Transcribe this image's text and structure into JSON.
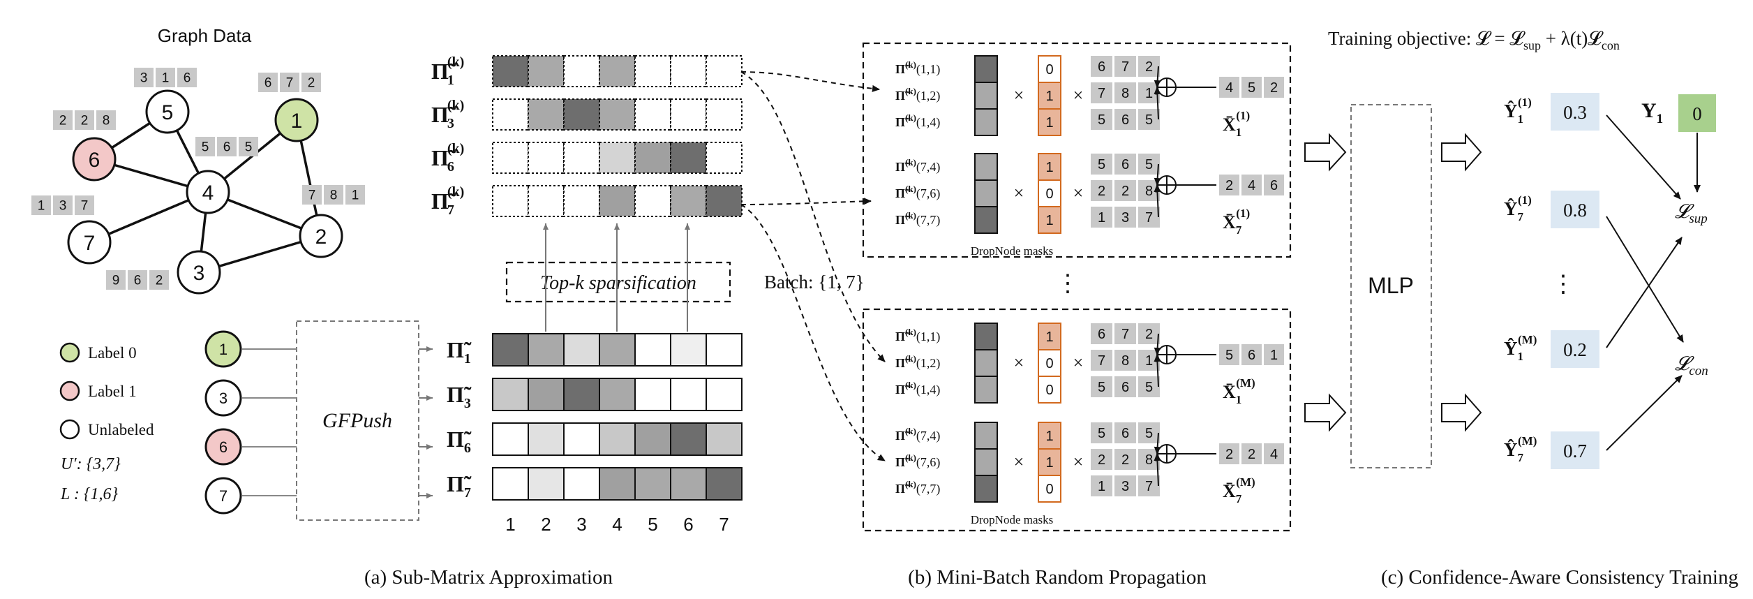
{
  "graph": {
    "title": "Graph Data",
    "nodes": [
      {
        "id": "1",
        "label": "1",
        "color": "#cfe3a6",
        "features": [
          "6",
          "7",
          "2"
        ]
      },
      {
        "id": "2",
        "label": "2",
        "color": "#ffffff",
        "features": [
          "7",
          "8",
          "1"
        ]
      },
      {
        "id": "3",
        "label": "3",
        "color": "#ffffff",
        "features": [
          "9",
          "6",
          "2"
        ]
      },
      {
        "id": "4",
        "label": "4",
        "color": "#ffffff",
        "features": [
          "5",
          "6",
          "5"
        ]
      },
      {
        "id": "5",
        "label": "5",
        "color": "#ffffff",
        "features": [
          "3",
          "1",
          "6"
        ]
      },
      {
        "id": "6",
        "label": "6",
        "color": "#f3c8c8",
        "features": [
          "2",
          "2",
          "8"
        ]
      },
      {
        "id": "7",
        "label": "7",
        "color": "#ffffff",
        "features": [
          "1",
          "3",
          "7"
        ]
      }
    ]
  },
  "legend": {
    "items": [
      {
        "label": "Label 0",
        "color": "#cfe3a6"
      },
      {
        "label": "Label 1",
        "color": "#f3c8c8"
      },
      {
        "label": "Unlabeled",
        "color": "#ffffff"
      }
    ],
    "sets": [
      "U′: {3,7}",
      "L : {1,6}"
    ]
  },
  "gfpush": {
    "label": "GFPush",
    "input_nodes": [
      {
        "label": "1",
        "color": "#cfe3a6"
      },
      {
        "label": "3",
        "color": "#ffffff"
      },
      {
        "label": "6",
        "color": "#f3c8c8"
      },
      {
        "label": "7",
        "color": "#ffffff"
      }
    ]
  },
  "pi_rows": [
    {
      "label": "Π̃",
      "sub": "1",
      "cells": [
        "#6e6e6e",
        "#a9a9a9",
        "#dcdcdc",
        "#a9a9a9",
        "#ffffff",
        "#efefef",
        "#ffffff"
      ]
    },
    {
      "label": "Π̃",
      "sub": "3",
      "cells": [
        "#c8c8c8",
        "#a0a0a0",
        "#6e6e6e",
        "#a9a9a9",
        "#ffffff",
        "#ffffff",
        "#ffffff"
      ]
    },
    {
      "label": "Π̃",
      "sub": "6",
      "cells": [
        "#ffffff",
        "#e0e0e0",
        "#ffffff",
        "#c8c8c8",
        "#a0a0a0",
        "#6e6e6e",
        "#c8c8c8"
      ]
    },
    {
      "label": "Π̃",
      "sub": "7",
      "cells": [
        "#ffffff",
        "#e6e6e6",
        "#ffffff",
        "#a0a0a0",
        "#a9a9a9",
        "#a9a9a9",
        "#6e6e6e"
      ]
    }
  ],
  "column_labels": [
    "1",
    "2",
    "3",
    "4",
    "5",
    "6",
    "7"
  ],
  "topk": {
    "label": "Top-k sparsification",
    "rows": [
      {
        "label": "Π̃",
        "sub": "1",
        "sup": "(k)",
        "cells": [
          "#6e6e6e",
          "#a9a9a9",
          "#ffffff",
          "#a9a9a9",
          "#ffffff",
          "#ffffff",
          "#ffffff"
        ]
      },
      {
        "label": "Π̃",
        "sub": "3",
        "sup": "(k)",
        "cells": [
          "#ffffff",
          "#a9a9a9",
          "#6e6e6e",
          "#a9a9a9",
          "#ffffff",
          "#ffffff",
          "#ffffff"
        ]
      },
      {
        "label": "Π̃",
        "sub": "6",
        "sup": "(k)",
        "cells": [
          "#ffffff",
          "#ffffff",
          "#ffffff",
          "#d4d4d4",
          "#a0a0a0",
          "#6e6e6e",
          "#ffffff"
        ]
      },
      {
        "label": "Π̃",
        "sub": "7",
        "sup": "(k)",
        "cells": [
          "#ffffff",
          "#ffffff",
          "#ffffff",
          "#a0a0a0",
          "#ffffff",
          "#a9a9a9",
          "#6e6e6e"
        ]
      }
    ]
  },
  "batch_label": "Batch: {1, 7}",
  "ellipsis": "⋮",
  "propagation": {
    "dropnode_label": "DropNode masks",
    "blocks": [
      {
        "pi_labels": [
          "(1,1)",
          "(1,2)",
          "(1,4)"
        ],
        "pi_cells": [
          "#6e6e6e",
          "#a9a9a9",
          "#a9a9a9"
        ],
        "mask": [
          "0",
          "1",
          "1"
        ],
        "features": [
          [
            "6",
            "7",
            "2"
          ],
          [
            "7",
            "8",
            "1"
          ],
          [
            "5",
            "6",
            "5"
          ]
        ],
        "output": [
          "4",
          "5",
          "2"
        ],
        "x_sub": "1",
        "x_sup": "(1)"
      },
      {
        "pi_labels": [
          "(7,4)",
          "(7,6)",
          "(7,7)"
        ],
        "pi_cells": [
          "#a9a9a9",
          "#a9a9a9",
          "#6e6e6e"
        ],
        "mask": [
          "1",
          "0",
          "1"
        ],
        "features": [
          [
            "5",
            "6",
            "5"
          ],
          [
            "2",
            "2",
            "8"
          ],
          [
            "1",
            "3",
            "7"
          ]
        ],
        "output": [
          "2",
          "4",
          "6"
        ],
        "x_sub": "7",
        "x_sup": "(1)"
      },
      {
        "pi_labels": [
          "(1,1)",
          "(1,2)",
          "(1,4)"
        ],
        "pi_cells": [
          "#6e6e6e",
          "#a9a9a9",
          "#a9a9a9"
        ],
        "mask": [
          "1",
          "0",
          "0"
        ],
        "features": [
          [
            "6",
            "7",
            "2"
          ],
          [
            "7",
            "8",
            "1"
          ],
          [
            "5",
            "6",
            "5"
          ]
        ],
        "output": [
          "5",
          "6",
          "1"
        ],
        "x_sub": "1",
        "x_sup": "(M)"
      },
      {
        "pi_labels": [
          "(7,4)",
          "(7,6)",
          "(7,7)"
        ],
        "pi_cells": [
          "#a9a9a9",
          "#a9a9a9",
          "#6e6e6e"
        ],
        "mask": [
          "1",
          "1",
          "0"
        ],
        "features": [
          [
            "5",
            "6",
            "5"
          ],
          [
            "2",
            "2",
            "8"
          ],
          [
            "1",
            "3",
            "7"
          ]
        ],
        "output": [
          "2",
          "2",
          "4"
        ],
        "x_sub": "7",
        "x_sup": "(M)"
      }
    ]
  },
  "mlp": {
    "label": "MLP"
  },
  "training": {
    "objective": "Training objective: 𝓛 = 𝓛",
    "obj_sup": "sup",
    "obj_mid": " + λ(t)𝓛",
    "obj_con": "con",
    "predictions": [
      {
        "sub": "1",
        "sup": "(1)",
        "value": "0.3"
      },
      {
        "sub": "7",
        "sup": "(1)",
        "value": "0.8"
      },
      {
        "sub": "1",
        "sup": "(M)",
        "value": "0.2"
      },
      {
        "sub": "7",
        "sup": "(M)",
        "value": "0.7"
      }
    ],
    "label_name": "Y",
    "label_sub": "1",
    "label_value": "0",
    "loss_sup": "sup",
    "loss_con": "con"
  },
  "captions": [
    "(a) Sub-Matrix Approximation",
    "(b) Mini-Batch Random Propagation",
    "(c) Confidence-Aware Consistency Training"
  ],
  "colors": {
    "label0": "#cfe3a6",
    "label1": "#f3c8c8",
    "mask_fill": "#e8b59a",
    "mask_stroke": "#d2691e",
    "pred_fill": "#dce8f3",
    "label_fill": "#a8d08d",
    "feature_fill": "#c8c8c8"
  }
}
